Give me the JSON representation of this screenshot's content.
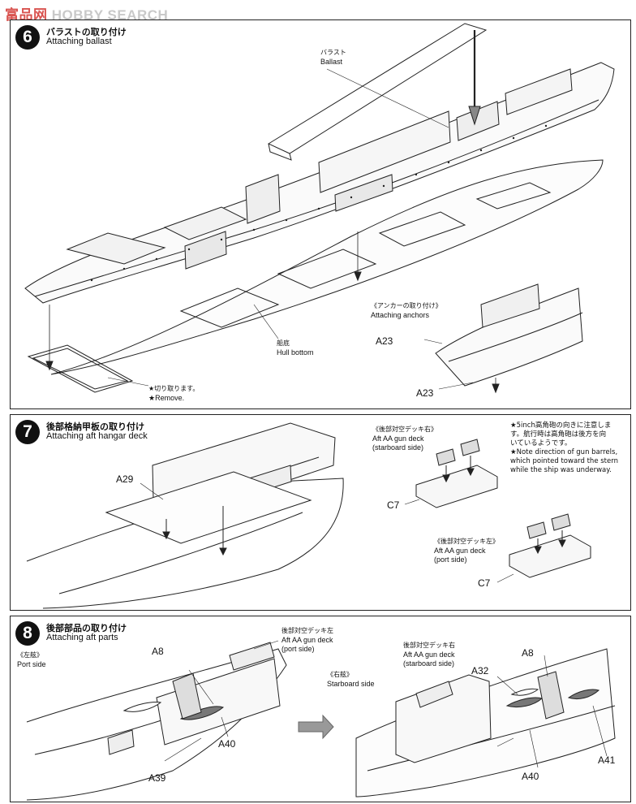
{
  "watermark": {
    "logo": "富品网",
    "text": "HOBBY SEARCH"
  },
  "steps": [
    {
      "number": "6",
      "title_jp": "バラストの取り付け",
      "title_en": "Attaching ballast",
      "ballast_jp": "バラスト",
      "ballast_en": "Ballast",
      "anchors_jp": "《アンカーの取り付け》",
      "anchors_en": "Attaching anchors",
      "hull_jp": "船底",
      "hull_en": "Hull bottom",
      "remove_jp": "★切り取ります。",
      "remove_en": "★Remove.",
      "parts": [
        "A23",
        "A23"
      ]
    },
    {
      "number": "7",
      "title_jp": "後部格納甲板の取り付け",
      "title_en": "Attaching aft hangar deck",
      "parts": [
        "A29",
        "C7",
        "C7"
      ],
      "starboard_jp": "《後部対空デッキ右》",
      "starboard_en1": "Aft AA gun deck",
      "starboard_en2": "(starboard side)",
      "port_jp": "《後部対空デッキ左》",
      "port_en1": "Aft AA gun deck",
      "port_en2": "(port side)",
      "note_jp1": "★5inch高角砲の向きに注意しま",
      "note_jp2": "す。航行時は高角砲は後方を向",
      "note_jp3": "いているようです。",
      "note_en1": "★Note direction of gun barrels,",
      "note_en2": "which pointed toward the stern",
      "note_en3": "while the ship was underway."
    },
    {
      "number": "8",
      "title_jp": "後部部品の取り付け",
      "title_en": "Attaching aft parts",
      "port_side_jp": "《左舷》",
      "port_side_en": "Port side",
      "starboard_side_jp": "《右舷》",
      "starboard_side_en": "Starboard side",
      "deck_left_jp": "後部対空デッキ左",
      "deck_left_en1": "Aft AA gun deck",
      "deck_left_en2": "(port side)",
      "deck_right_jp": "後部対空デッキ右",
      "deck_right_en1": "Aft AA gun deck",
      "deck_right_en2": "(starboard side)",
      "parts_left": [
        "A8",
        "A40",
        "A39"
      ],
      "parts_right": [
        "A32",
        "A8",
        "A40",
        "A41"
      ]
    }
  ]
}
